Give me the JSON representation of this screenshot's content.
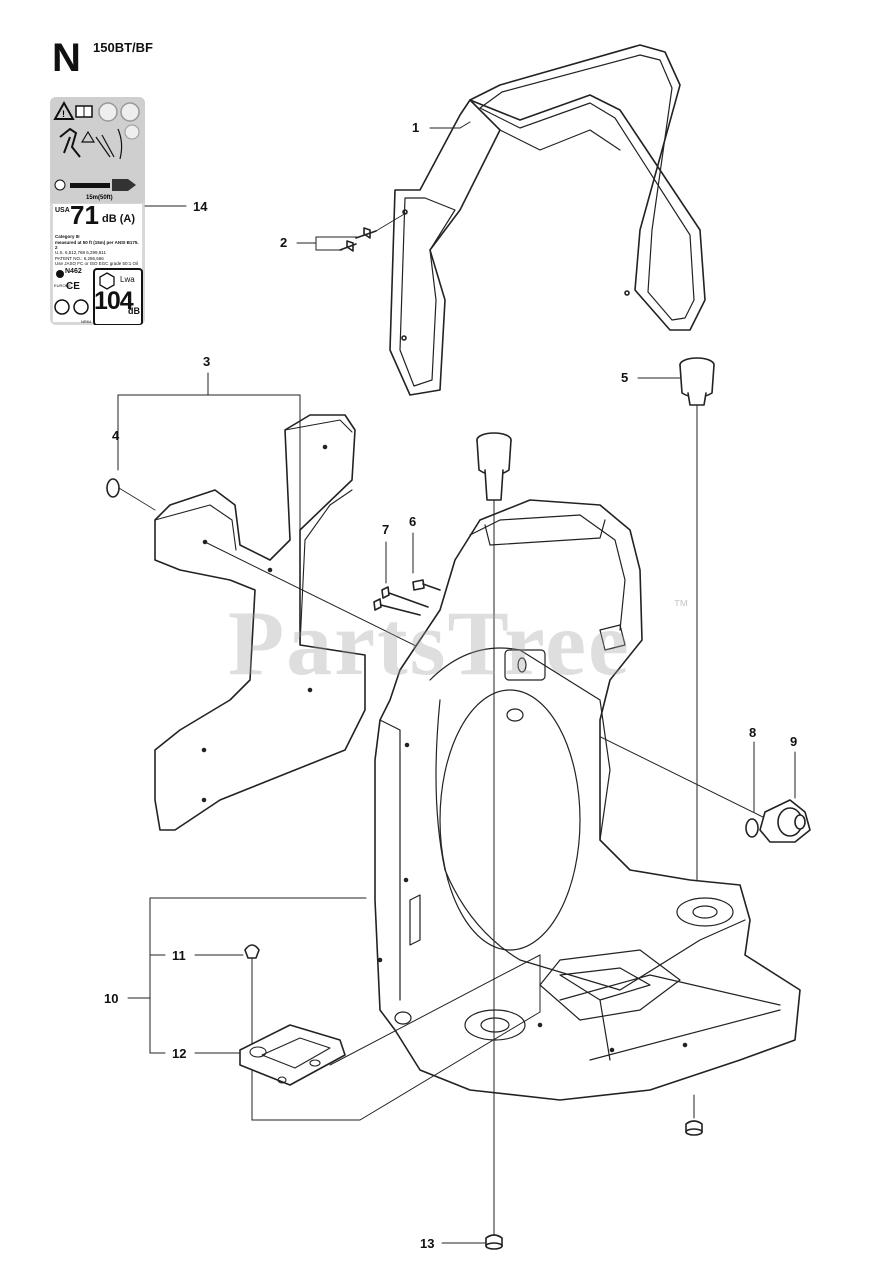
{
  "header": {
    "section_letter": "N",
    "model": "150BT/BF"
  },
  "watermark": {
    "text": "PartsTree",
    "tm": "™"
  },
  "warning_label": {
    "distance": "15m(50ft)",
    "region": "USA",
    "sound_value": "71",
    "sound_unit": "dB (A)",
    "category": "Category III",
    "measured": "measured at 50 ft (15m) per ANSI B175. 2",
    "patent_line1": "U.S.      6,512,768      6,299,611",
    "patent_line2": "PATENT NO.: 6,286,666",
    "fuel_note": "Use JASO FC or ISO EGC grade 50:1 Oil",
    "approval": "N462",
    "europe": "EUROPE",
    "ce_mark": "CE",
    "nr_note": "NR64",
    "lwa_label": "Lwa",
    "lwa_value": "104",
    "lwa_unit": "dB"
  },
  "callouts": [
    {
      "id": "c1",
      "text": "1"
    },
    {
      "id": "c2",
      "text": "2"
    },
    {
      "id": "c3",
      "text": "3"
    },
    {
      "id": "c4",
      "text": "4"
    },
    {
      "id": "c5",
      "text": "5"
    },
    {
      "id": "c6",
      "text": "6"
    },
    {
      "id": "c7",
      "text": "7"
    },
    {
      "id": "c8",
      "text": "8"
    },
    {
      "id": "c9",
      "text": "9"
    },
    {
      "id": "c10",
      "text": "10"
    },
    {
      "id": "c11",
      "text": "11"
    },
    {
      "id": "c12",
      "text": "12"
    },
    {
      "id": "c13",
      "text": "13"
    },
    {
      "id": "c14",
      "text": "14"
    }
  ]
}
